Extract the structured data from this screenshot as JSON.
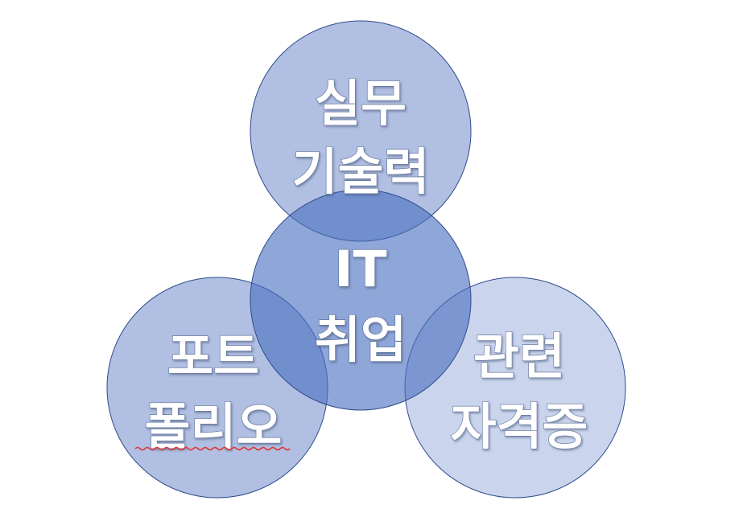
{
  "colors": {
    "circle_fill": "#7f98d0",
    "circle_stroke": "#2e4d8c",
    "label_fill": "#ffffff",
    "spellcheck_underline": "#e03a3a"
  },
  "circles": {
    "top": {
      "lines": [
        "실무",
        "기술력"
      ]
    },
    "center": {
      "lines": [
        "IT",
        "취업"
      ]
    },
    "left": {
      "lines": [
        "포트",
        "폴리오"
      ]
    },
    "right": {
      "lines": [
        "관련",
        "자격증"
      ]
    }
  }
}
